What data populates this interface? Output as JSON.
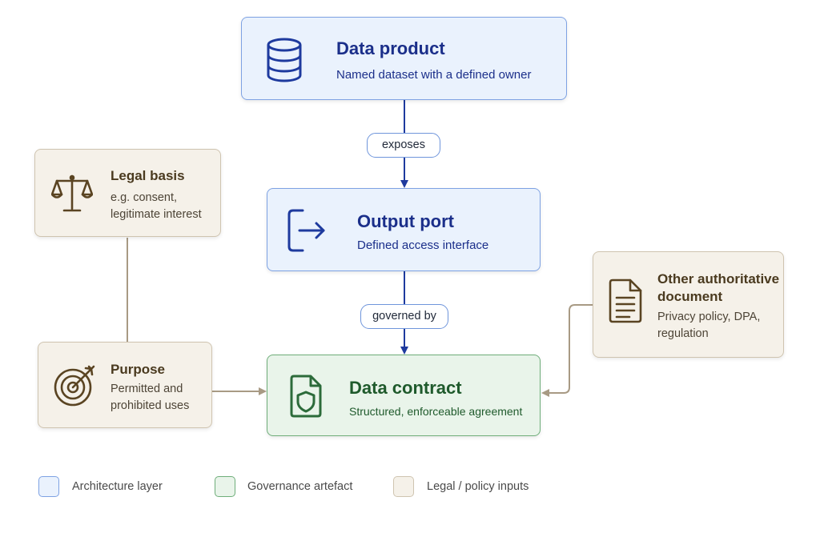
{
  "nodes": {
    "data_product": {
      "title": "Data product",
      "subtitle": "Named dataset with a defined owner",
      "icon": "database-icon"
    },
    "output_port": {
      "title": "Output port",
      "subtitle": "Defined access interface",
      "icon": "exit-arrow-icon"
    },
    "data_contract": {
      "title": "Data contract",
      "subtitle": "Structured, enforceable agreement",
      "icon": "shield-document-icon"
    },
    "legal_basis": {
      "title": "Legal basis",
      "subtitle_lines": [
        "e.g. consent,",
        "legitimate interest"
      ],
      "icon": "scales-icon"
    },
    "purpose": {
      "title": "Purpose",
      "subtitle_lines": [
        "Permitted and",
        "prohibited uses"
      ],
      "icon": "target-icon"
    },
    "other_doc": {
      "title_lines": [
        "Other authoritative",
        "document"
      ],
      "subtitle_lines": [
        "Privacy policy, DPA,",
        "regulation"
      ],
      "icon": "document-icon"
    }
  },
  "edges": {
    "exposes": "exposes",
    "governed_by": "governed by"
  },
  "legend": [
    {
      "label": "Architecture layer",
      "color": "#eaf2fd"
    },
    {
      "label": "Governance artefact",
      "color": "#e9f4ea"
    },
    {
      "label": "Legal / policy inputs",
      "color": "#f5f1e9"
    }
  ],
  "colors": {
    "architecture_accent": "#1e3a9e",
    "governance_accent": "#2c6b3a",
    "legal_accent": "#5a4422",
    "connector_legal": "#a89a84"
  }
}
